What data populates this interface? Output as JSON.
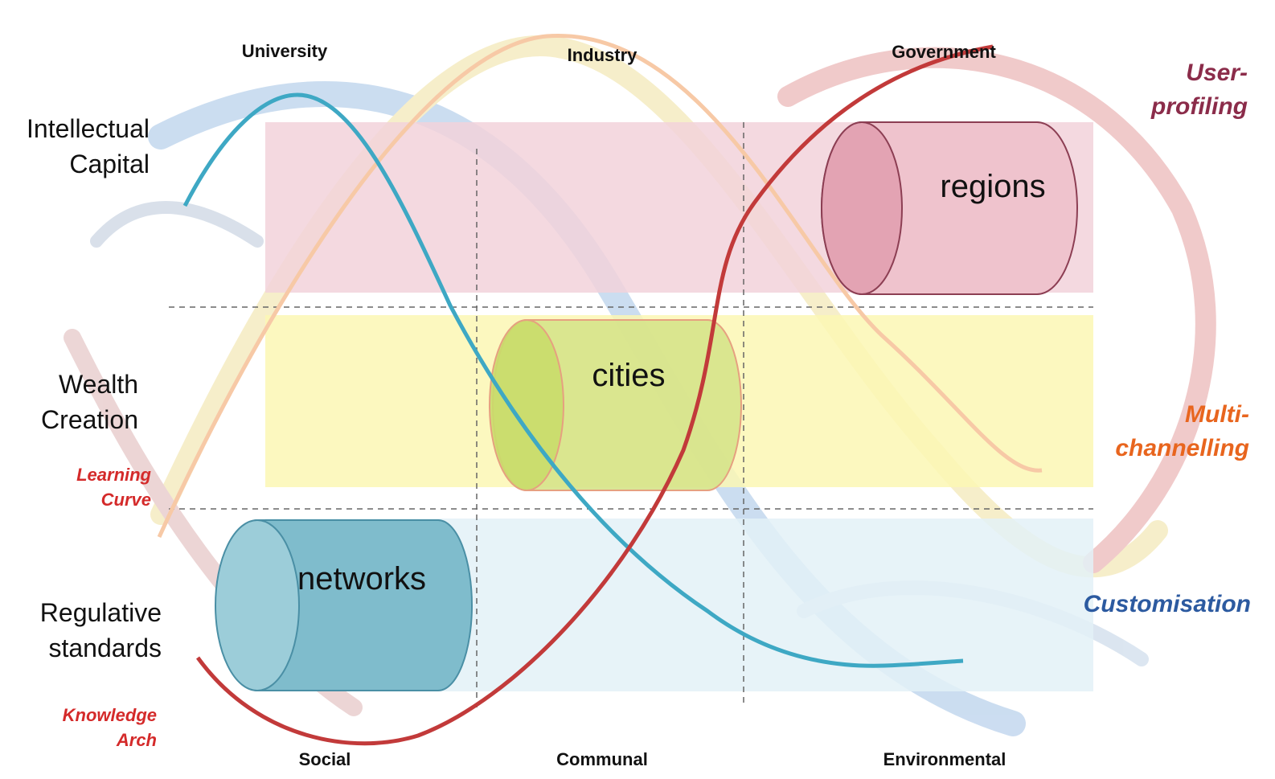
{
  "columns": [
    "University",
    "Industry",
    "Government"
  ],
  "bottom_columns": [
    "Social",
    "Communal",
    "Environmental"
  ],
  "left_labels": {
    "intellectual": [
      "Intellectual",
      "Capital"
    ],
    "wealth": [
      "Wealth",
      "Creation"
    ],
    "learning": [
      "Learning",
      "Curve"
    ],
    "regulative": [
      "Regulative",
      "standards"
    ],
    "knowledge": [
      "Knowledge",
      "Arch"
    ]
  },
  "right_labels": {
    "user_profiling": [
      "User-",
      "profiling"
    ],
    "multi_channelling": [
      "Multi-",
      "channelling"
    ],
    "customisation": "Customisation"
  },
  "cylinders": {
    "regions": "regions",
    "cities": "cities",
    "networks": "networks"
  },
  "colors": {
    "band_top": "#f2d2da",
    "band_mid": "#fbf7b4",
    "band_bottom": "#e3f1f7",
    "curve_blue": "#3ea8c4",
    "curve_red": "#c23a3a",
    "curve_peach": "#f7c9a6",
    "user_profiling": "#8b2c4a",
    "multi_channelling": "#e8651e",
    "customisation": "#2c5aa0",
    "left_red": "#d42a2a"
  }
}
